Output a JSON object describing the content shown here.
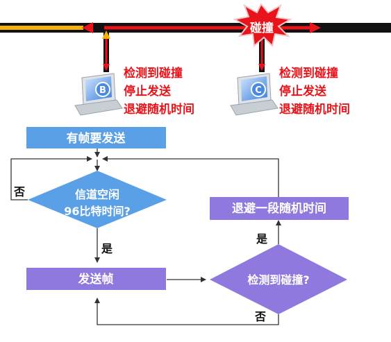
{
  "collision": {
    "burst_label": "碰撞",
    "station_b": {
      "id": "B",
      "lines": [
        "检测到碰撞",
        "停止发送",
        "退避随机时间"
      ]
    },
    "station_c": {
      "id": "C",
      "lines": [
        "检测到碰撞",
        "停止发送",
        "退避随机时间"
      ]
    }
  },
  "flowchart": {
    "start": "有帧要发送",
    "decision_idle": [
      "信道空闲",
      "96比特时间?"
    ],
    "send": "发送帧",
    "decision_collision": "检测到碰撞?",
    "backoff": "退避一段随机时间",
    "label_no_idle": "否",
    "label_yes_idle": "是",
    "label_yes_collision": "是",
    "label_no_collision": "否"
  },
  "colors": {
    "red": "#e8141b",
    "bus_black": "#111111",
    "bus_yellow": "#f2b20b",
    "box_blue": "#5aa0e6",
    "box_purple": "#8f78de",
    "connector": "#333333"
  }
}
